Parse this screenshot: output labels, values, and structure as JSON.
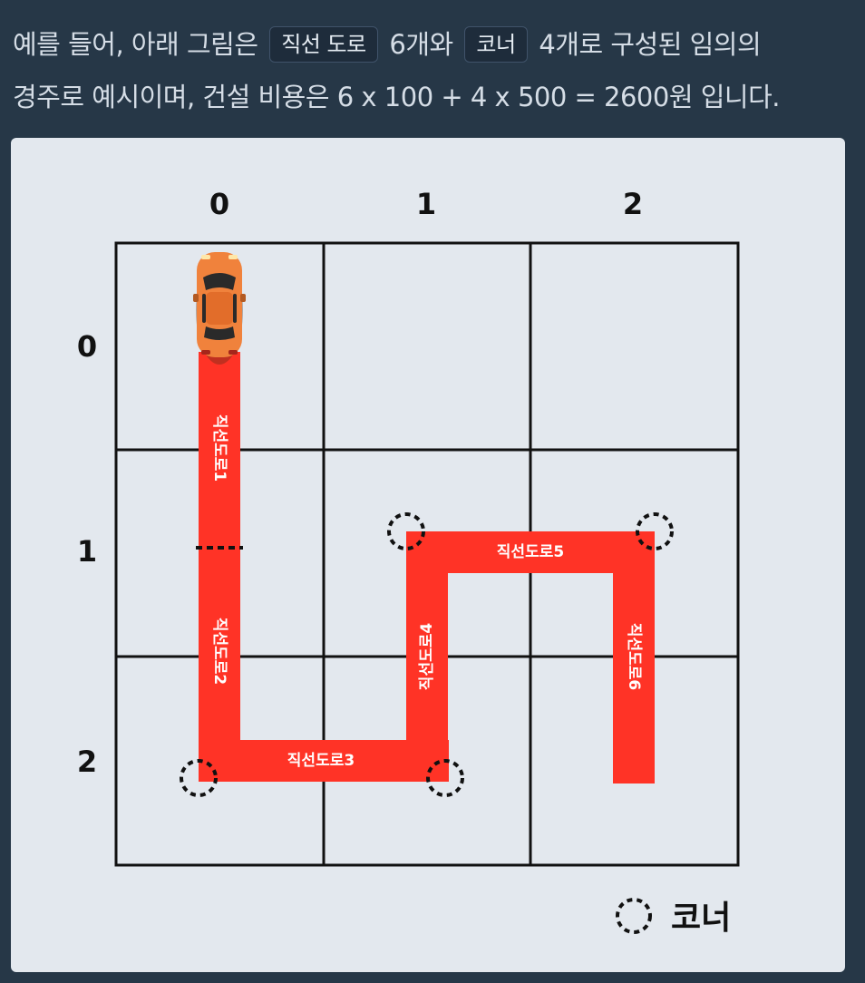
{
  "intro": {
    "part1": "예를 들어, 아래 그림은",
    "chip_straight": "직선 도로",
    "part2": "6개와",
    "chip_corner": "코너",
    "part3": "4개로 구성된 임의의",
    "line2": "경주로 예시이며, 건설 비용은 6 x 100 + 4 x 500 = 2600원 입니다."
  },
  "diagram": {
    "col_labels": [
      "0",
      "1",
      "2"
    ],
    "row_labels": [
      "0",
      "1",
      "2"
    ],
    "roads": [
      "직선도로1",
      "직선도로2",
      "직선도로3",
      "직선도로4",
      "직선도로5",
      "직선도로6"
    ],
    "legend_label": "코너",
    "road_color": "#ff3326",
    "car_color": "#f0823c",
    "corner_count": 4,
    "straight_count": 6
  }
}
